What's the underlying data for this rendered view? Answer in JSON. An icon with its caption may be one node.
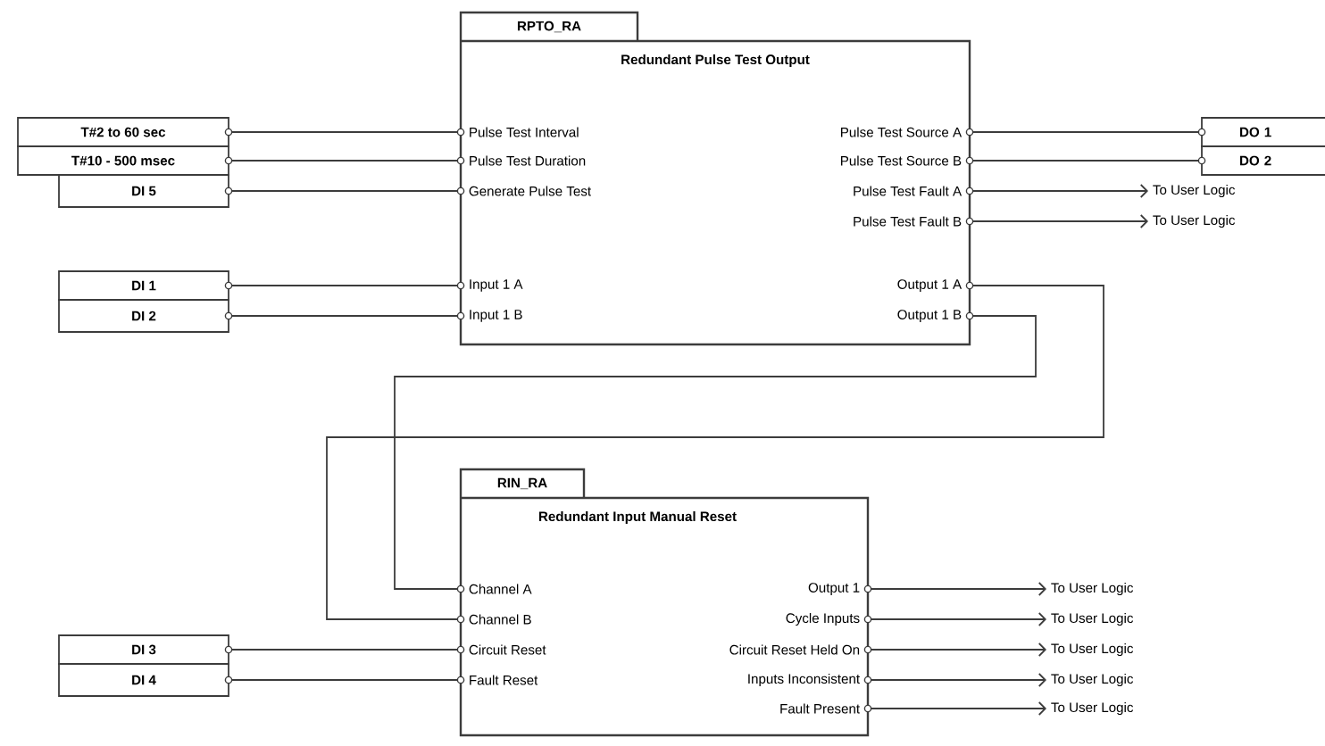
{
  "diagram": {
    "nodes": [
      {
        "text": [
          "RPTO_RA",
          "Redundant Pulse Test Output"
        ]
      },
      {
        "text": [
          "Pulse Test Interval"
        ],
        "in": 0
      },
      {
        "text": [
          "Pulse Test Duration"
        ],
        "in": 0
      },
      {
        "text": [
          "Generate Pulse Test"
        ],
        "in": 0
      },
      {
        "text": [
          "Input 1 A"
        ],
        "in": 0
      },
      {
        "text": [
          "Input 1 B"
        ],
        "in": 0
      },
      {
        "text": [
          "Pulse Test Source A"
        ],
        "in": 0
      },
      {
        "text": [
          "Pulse Test Source B"
        ],
        "in": 0
      },
      {
        "text": [
          "Pulse Test Fault A"
        ],
        "in": 0
      },
      {
        "text": [
          "Pulse Test Fault B"
        ],
        "in": 0
      },
      {
        "text": [
          "Output 1 A"
        ],
        "in": 0
      },
      {
        "text": [
          "Output 1 B"
        ],
        "in": 0
      },
      {
        "text": [
          "RIN_RA",
          "Redundant Input Manual Reset"
        ]
      },
      {
        "text": [
          "Channel A"
        ],
        "in": 12
      },
      {
        "text": [
          "Channel B"
        ],
        "in": 12
      },
      {
        "text": [
          "Circuit Reset"
        ],
        "in": 12
      },
      {
        "text": [
          "Fault Reset"
        ],
        "in": 12
      },
      {
        "text": [
          "Output 1"
        ],
        "in": 12
      },
      {
        "text": [
          "Cycle Inputs"
        ],
        "in": 12
      },
      {
        "text": [
          "Circuit Reset Held On"
        ],
        "in": 12
      },
      {
        "text": [
          "Inputs Inconsistent"
        ],
        "in": 12
      },
      {
        "text": [
          "Fault Present"
        ],
        "in": 12
      },
      {
        "text": [
          "T#2 to 60 sec"
        ]
      },
      {
        "text": [
          "T#10 - 500 msec"
        ]
      },
      {
        "text": [
          "DI 5"
        ]
      },
      {
        "text": [
          "DI 1"
        ]
      },
      {
        "text": [
          "DI 2"
        ]
      },
      {
        "text": [
          "DO 1"
        ]
      },
      {
        "text": [
          "DO 2"
        ]
      },
      {
        "text": [
          "DI 3"
        ]
      },
      {
        "text": [
          "DI 4"
        ]
      },
      {
        "text": [
          "To User Logic"
        ]
      },
      {
        "text": [
          "To User Logic"
        ]
      },
      {
        "text": [
          "To User Logic"
        ]
      },
      {
        "text": [
          "To User Logic"
        ]
      },
      {
        "text": [
          "To User Logic"
        ]
      },
      {
        "text": [
          "To User Logic"
        ]
      },
      {
        "text": [
          "To User Logic"
        ]
      }
    ],
    "edges": [
      {
        "from": 22,
        "to": 1,
        "arrow": "none"
      },
      {
        "from": 23,
        "to": 2,
        "arrow": "none"
      },
      {
        "from": 24,
        "to": 3,
        "arrow": "none"
      },
      {
        "from": 25,
        "to": 4,
        "arrow": "none"
      },
      {
        "from": 26,
        "to": 5,
        "arrow": "none"
      },
      {
        "from": 6,
        "to": 27,
        "arrow": "none"
      },
      {
        "from": 7,
        "to": 28,
        "arrow": "none"
      },
      {
        "from": 8,
        "to": 31,
        "arrow": "to"
      },
      {
        "from": 9,
        "to": 32,
        "arrow": "to"
      },
      {
        "from": 10,
        "to": 14,
        "arrow": "none"
      },
      {
        "from": 11,
        "to": 13,
        "arrow": "none"
      },
      {
        "from": 29,
        "to": 15,
        "arrow": "none"
      },
      {
        "from": 30,
        "to": 16,
        "arrow": "none"
      },
      {
        "from": 17,
        "to": 33,
        "arrow": "to"
      },
      {
        "from": 18,
        "to": 34,
        "arrow": "to"
      },
      {
        "from": 19,
        "to": 35,
        "arrow": "to"
      },
      {
        "from": 20,
        "to": 36,
        "arrow": "to"
      },
      {
        "from": 21,
        "to": 37,
        "arrow": "to"
      }
    ]
  }
}
